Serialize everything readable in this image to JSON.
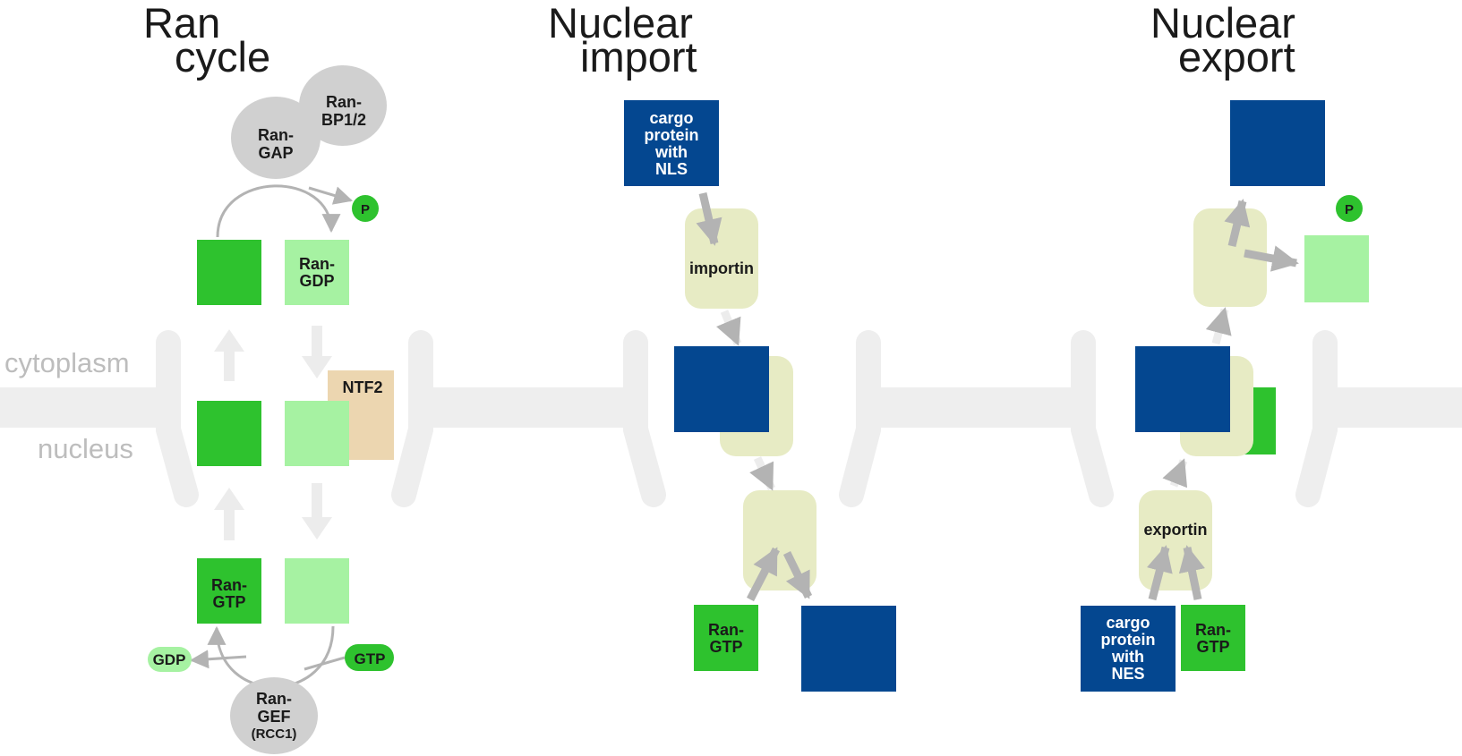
{
  "colors": {
    "ran_gtp": "#2ec22e",
    "ran_gdp": "#a6f2a2",
    "cargo": "#044790",
    "karyopherin": "#e7ebc4",
    "ntf2": "#ecd6b0",
    "regulator": "#d0d0d0",
    "arrow": "#b3b3b3",
    "membrane": "#eeeeee"
  },
  "labels": {
    "cytoplasm": "cytoplasm",
    "nucleus": "nucleus"
  },
  "ran_cycle": {
    "title_line1": "Ran",
    "title_line2": "cycle",
    "ranbp_line1": "Ran-",
    "ranbp_line2": "BP1/2",
    "rangap_line1": "Ran-",
    "rangap_line2": "GAP",
    "phosphate": "P",
    "ran_gdp_line1": "Ran-",
    "ran_gdp_line2": "GDP",
    "ntf2": "NTF2",
    "ran_gtp_line1": "Ran-",
    "ran_gtp_line2": "GTP",
    "gdp": "GDP",
    "gtp": "GTP",
    "rangef_line1": "Ran-",
    "rangef_line2": "GEF",
    "rangef_line3": "(RCC1)"
  },
  "nuclear_import": {
    "title_line1": "Nuclear",
    "title_line2": "import",
    "cargo_line1": "cargo",
    "cargo_line2": "protein",
    "cargo_line3": "with",
    "cargo_line4": "NLS",
    "importin": "importin",
    "ran_gtp_line1": "Ran-",
    "ran_gtp_line2": "GTP"
  },
  "nuclear_export": {
    "title_line1": "Nuclear",
    "title_line2": "export",
    "phosphate": "P",
    "exportin": "exportin",
    "cargo_line1": "cargo",
    "cargo_line2": "protein",
    "cargo_line3": "with",
    "cargo_line4": "NES",
    "ran_gtp_line1": "Ran-",
    "ran_gtp_line2": "GTP"
  }
}
